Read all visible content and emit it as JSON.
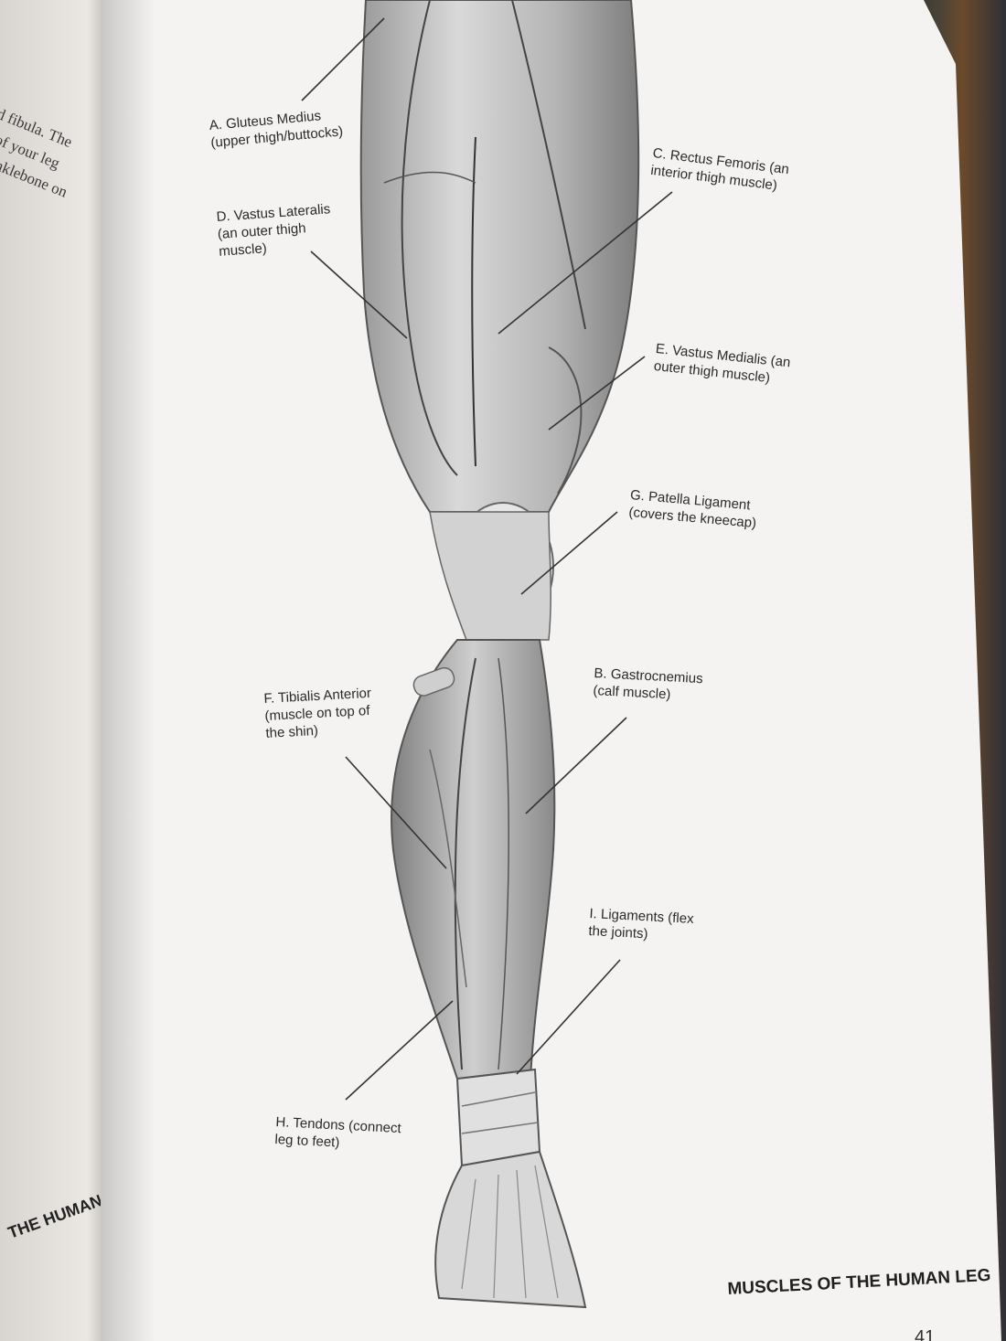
{
  "left_page": {
    "text_lines": [
      "d fibula. The",
      "of your leg",
      "nklebone on"
    ],
    "footer": "THE HUMAN LEG"
  },
  "page": {
    "labels": {
      "a": "A. Gluteus Medius\n(upper thigh/buttocks)",
      "c": "C. Rectus Femoris (an\ninterior thigh muscle)",
      "d": "D. Vastus Lateralis\n(an outer thigh\nmuscle)",
      "e": "E. Vastus Medialis (an\nouter thigh muscle)",
      "g": "G. Patella Ligament\n(covers the kneecap)",
      "b": "B. Gastrocnemius\n(calf muscle)",
      "f": "F. Tibialis Anterior\n(muscle on top of\nthe shin)",
      "i": "I. Ligaments (flex\nthe joints)",
      "h": "H. Tendons (connect\nleg to feet)"
    },
    "footer": "MUSCLES OF THE HUMAN LEG",
    "page_number": "41"
  }
}
